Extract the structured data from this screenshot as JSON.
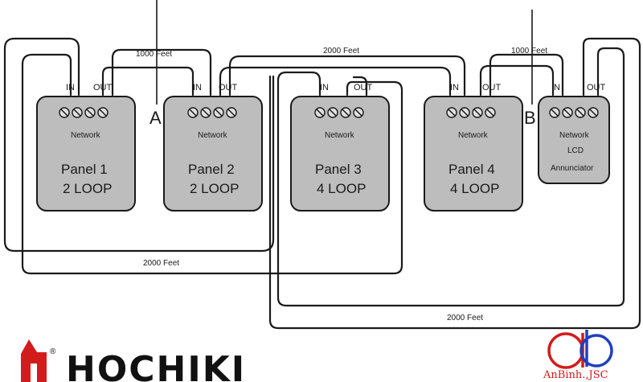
{
  "diagram": {
    "panels": [
      {
        "terminal_caption": "Network",
        "line1": "Panel 1",
        "line2": "2 LOOP",
        "in_label": "IN",
        "out_label": "OUT"
      },
      {
        "terminal_caption": "Network",
        "line1": "Panel 2",
        "line2": "2 LOOP",
        "in_label": "IN",
        "out_label": "OUT"
      },
      {
        "terminal_caption": "Network",
        "line1": "Panel 3",
        "line2": "4 LOOP",
        "in_label": "IN",
        "out_label": "OUT"
      },
      {
        "terminal_caption": "Network",
        "line1": "Panel 4",
        "line2": "4 LOOP",
        "in_label": "IN",
        "out_label": "OUT"
      },
      {
        "terminal_caption": "Network",
        "line1": "LCD",
        "line2": "Annunciator",
        "in_label": "IN",
        "out_label": "OUT"
      }
    ],
    "markers": {
      "a": "A",
      "b": "B"
    },
    "distances": {
      "p1_p2_top": "1000 Feet",
      "p2_p4_top": "2000 Feet",
      "p4_lcd_top": "1000 Feet",
      "bottom_inner": "2000 Feet",
      "bottom_outer": "2000 Feet"
    }
  },
  "branding": {
    "hochiki": {
      "name": "HOCHIKI",
      "registered": "®"
    },
    "anbinh": {
      "monogram": "ab",
      "name": "AnBinh.,JSC",
      "color": "#d21c1c"
    }
  }
}
